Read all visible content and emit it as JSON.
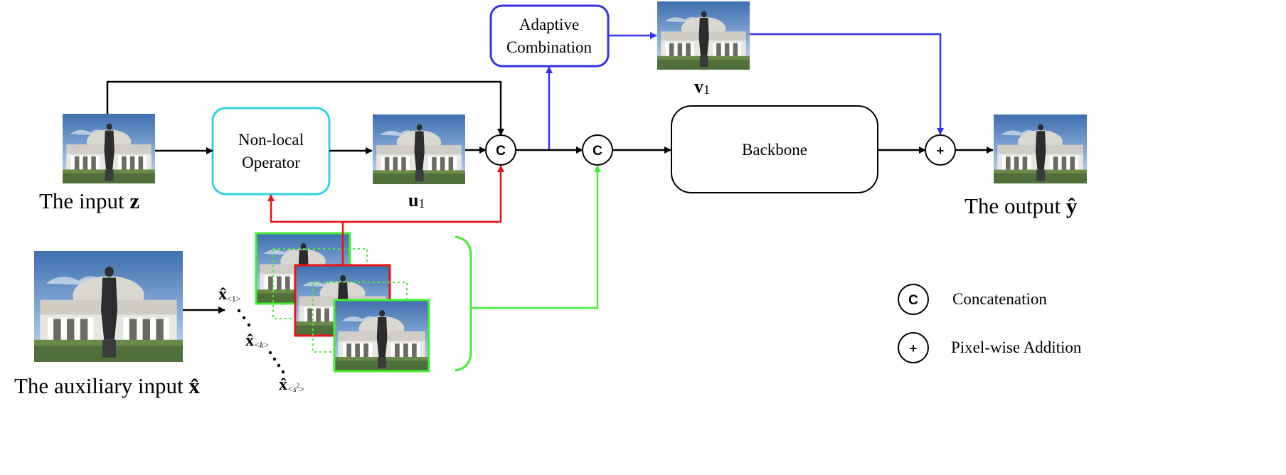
{
  "boxes": {
    "nonlocal": {
      "line1": "Non-local",
      "line2": "Operator"
    },
    "adaptive": {
      "line1": "Adaptive",
      "line2": "Combination"
    },
    "backbone": {
      "label": "Backbone"
    }
  },
  "labels": {
    "input_text": "The input ",
    "input_sym": "z",
    "u1_sym": "u",
    "u1_sub": "1",
    "v1_sym": "v",
    "v1_sub": "1",
    "output_text": "The output ",
    "output_sym": "ŷ",
    "aux_text": "The auxiliary input ",
    "aux_sym": "x̂",
    "x1_sym": "x̂",
    "x1_sub": "<1>",
    "xk_sym": "x̂",
    "xk_sub": "<k>",
    "xs_sym": "x̂",
    "xs_sub_a": "<s",
    "xs_sub_sup": "2",
    "xs_sub_b": ">"
  },
  "operators": {
    "concat": "C",
    "add": "+"
  },
  "legend": {
    "concat": "Concatenation",
    "add": "Pixel-wise Addition"
  },
  "colors": {
    "black": "#000000",
    "cyan": "#2fd2e6",
    "blue": "#3333ee",
    "red": "#ee1111",
    "green": "#44ee33",
    "sky": "#6f97c9",
    "building": "#e4e2dc",
    "statue": "#2a2c2e",
    "grass": "#4f6f3b"
  }
}
